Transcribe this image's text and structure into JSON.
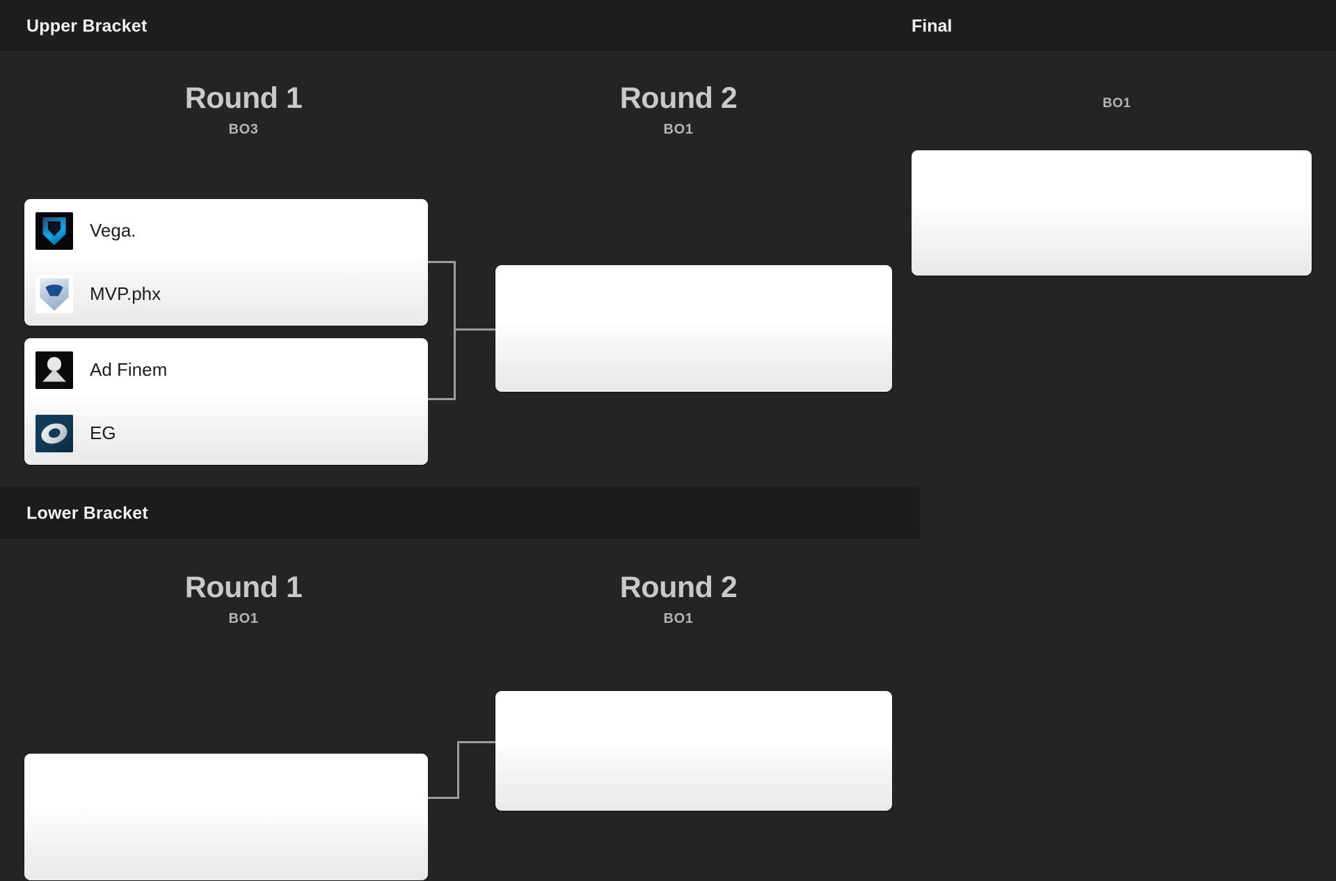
{
  "sections": {
    "upper": {
      "title": "Upper Bracket"
    },
    "lower": {
      "title": "Lower Bracket"
    },
    "final": {
      "title": "Final"
    }
  },
  "upper_bracket": {
    "rounds": [
      {
        "name": "Round 1",
        "format": "BO3"
      },
      {
        "name": "Round 2",
        "format": "BO1"
      }
    ],
    "round1_matches": [
      {
        "teams": [
          {
            "name": "Vega.",
            "logo": "vega-shield-icon"
          },
          {
            "name": "MVP.phx",
            "logo": "mvp-phoenix-shield-icon"
          }
        ]
      },
      {
        "teams": [
          {
            "name": "Ad Finem",
            "logo": "ad-finem-skull-icon"
          },
          {
            "name": "EG",
            "logo": "evil-geniuses-icon"
          }
        ]
      }
    ],
    "round2_matches": [
      {
        "teams": [
          {
            "name": "",
            "logo": ""
          },
          {
            "name": "",
            "logo": ""
          }
        ]
      }
    ]
  },
  "final_bracket": {
    "format": "BO1",
    "matches": [
      {
        "teams": [
          {
            "name": "",
            "logo": ""
          },
          {
            "name": "",
            "logo": ""
          }
        ]
      }
    ]
  },
  "lower_bracket": {
    "rounds": [
      {
        "name": "Round 1",
        "format": "BO1"
      },
      {
        "name": "Round 2",
        "format": "BO1"
      }
    ],
    "round1_matches": [
      {
        "teams": [
          {
            "name": "",
            "logo": ""
          },
          {
            "name": "",
            "logo": ""
          }
        ]
      }
    ],
    "round2_matches": [
      {
        "teams": [
          {
            "name": "",
            "logo": ""
          },
          {
            "name": "",
            "logo": ""
          }
        ]
      }
    ]
  },
  "colors": {
    "page_background": "#242424",
    "band_background": "#1e1e1e",
    "lower_band_background": "#1b1b1b",
    "card_background": "#ffffff",
    "connector_line": "#9d9d9d",
    "heading_text": "#c9c9c9",
    "title_text": "#f2f2f2",
    "team_text": "#1c1c1c"
  }
}
